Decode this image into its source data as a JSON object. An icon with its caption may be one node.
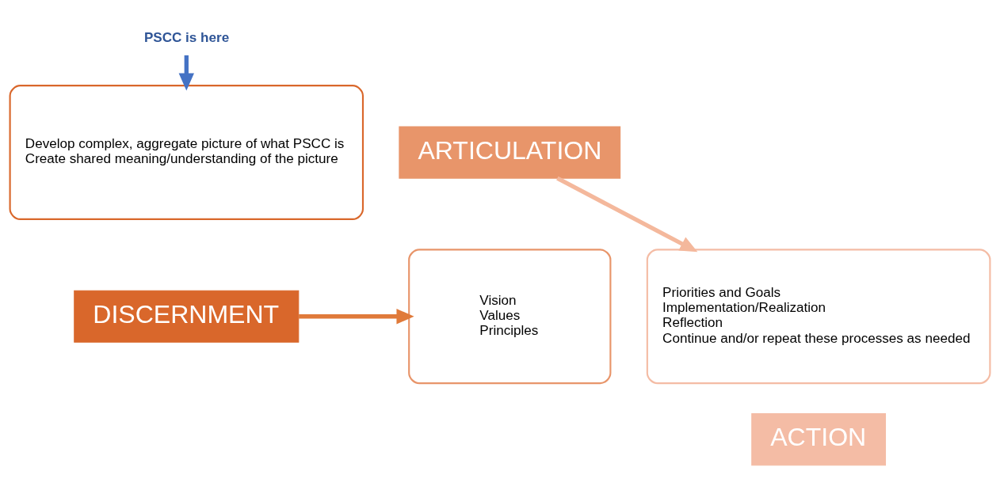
{
  "diagram": {
    "nodes": [
      {
        "text": [
          "PSCC is here"
        ]
      },
      {
        "text": [
          "Develop complex, aggregate picture of what PSCC is",
          "Create shared meaning/understanding of the picture"
        ]
      },
      {
        "text": [
          "DISCERNMENT"
        ]
      },
      {
        "text": [
          "Vision",
          "Values",
          "Principles"
        ]
      },
      {
        "text": [
          "ARTICULATION"
        ]
      },
      {
        "text": [
          "Priorities and Goals",
          "Implementation/Realization",
          "Reflection",
          "Continue and/or repeat these processes as needed"
        ]
      },
      {
        "text": [
          "ACTION"
        ]
      }
    ],
    "edges": [
      {
        "from": 0,
        "to": 1,
        "arrow": "to",
        "color": "#4472c4"
      },
      {
        "from": 2,
        "to": 3,
        "arrow": "to",
        "color": "#e07a3a"
      },
      {
        "from": 4,
        "to": 5,
        "arrow": "to",
        "color": "#f4b89c"
      }
    ]
  }
}
